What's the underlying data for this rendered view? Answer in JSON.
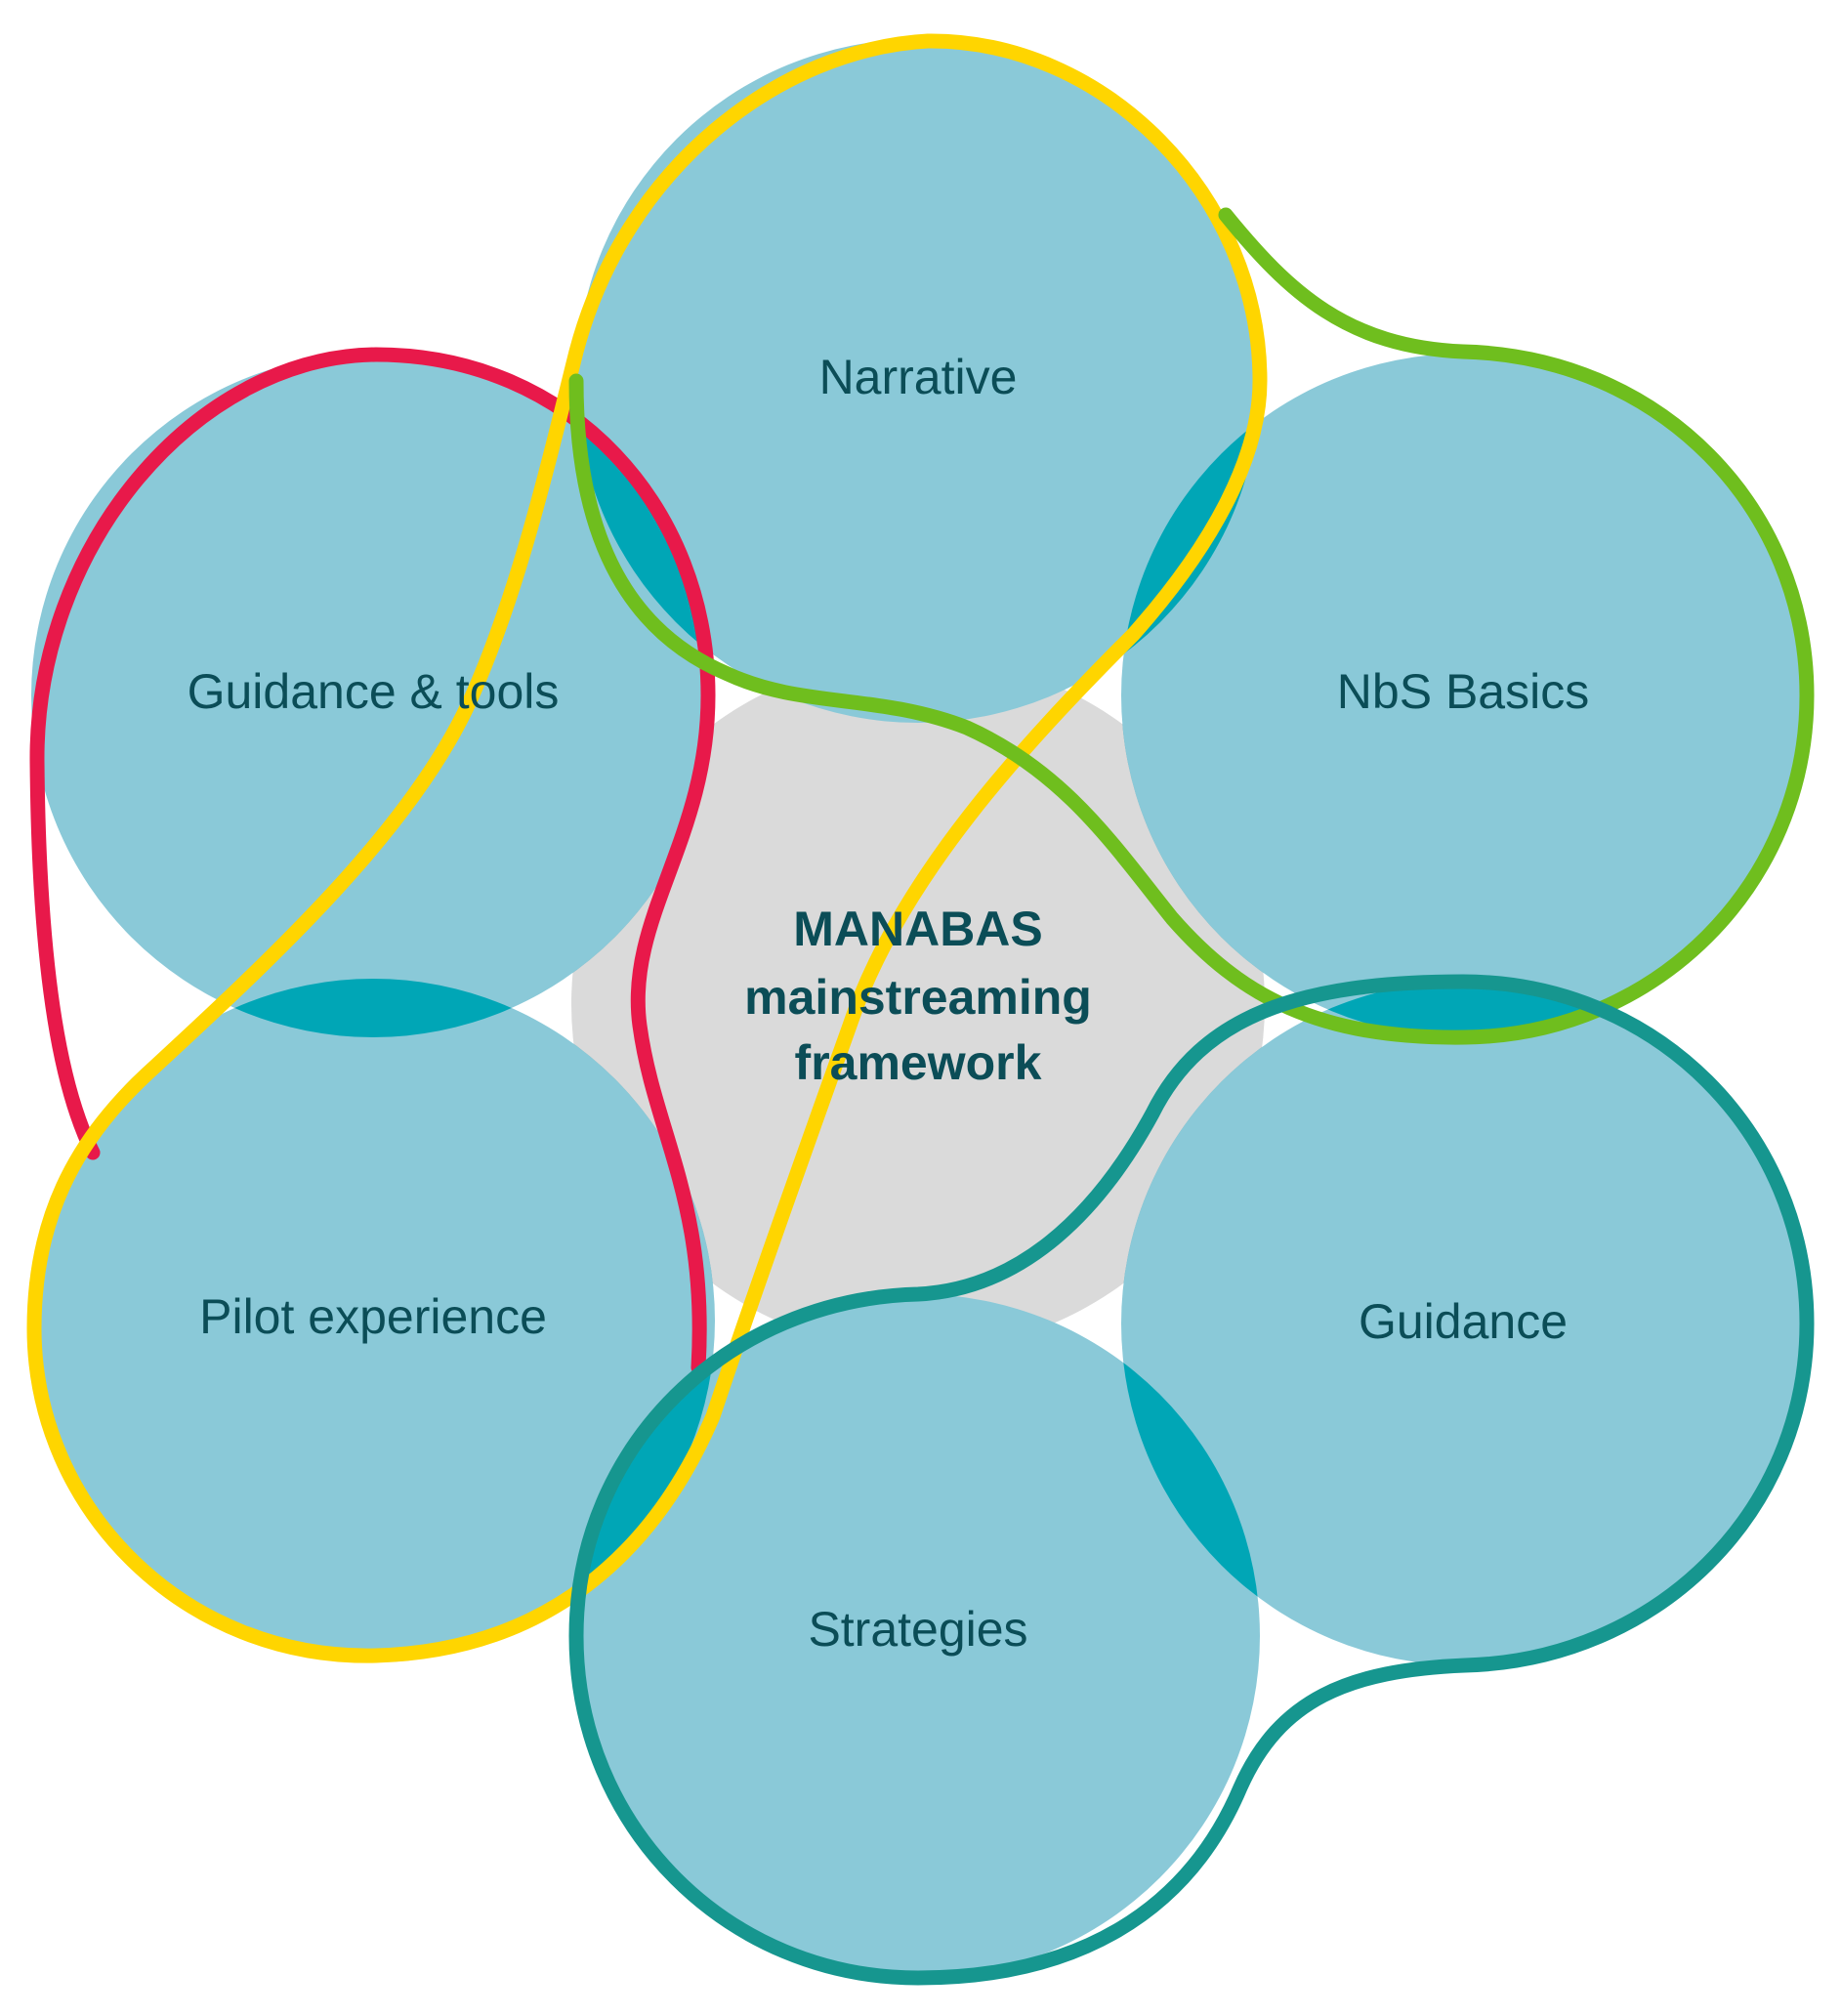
{
  "center": {
    "lines": [
      "MANABAS",
      "mainstreaming",
      "framework"
    ]
  },
  "circles": {
    "narrative": "Narrative",
    "nbs_basics": "NbS Basics",
    "guidance": "Guidance",
    "strategies": "Strategies",
    "pilot_experience": "Pilot experience",
    "guidance_tools": "Guidance & tools"
  },
  "colors": {
    "circle_fill": "#8ac9d8",
    "overlap_fill": "#00a6b6",
    "center_fill": "#dadada",
    "text": "#0b4d57",
    "red_outline": "#e8194a",
    "yellow_outline": "#ffd500",
    "green_outline": "#6fbe1e",
    "teal_outline": "#16968f"
  }
}
